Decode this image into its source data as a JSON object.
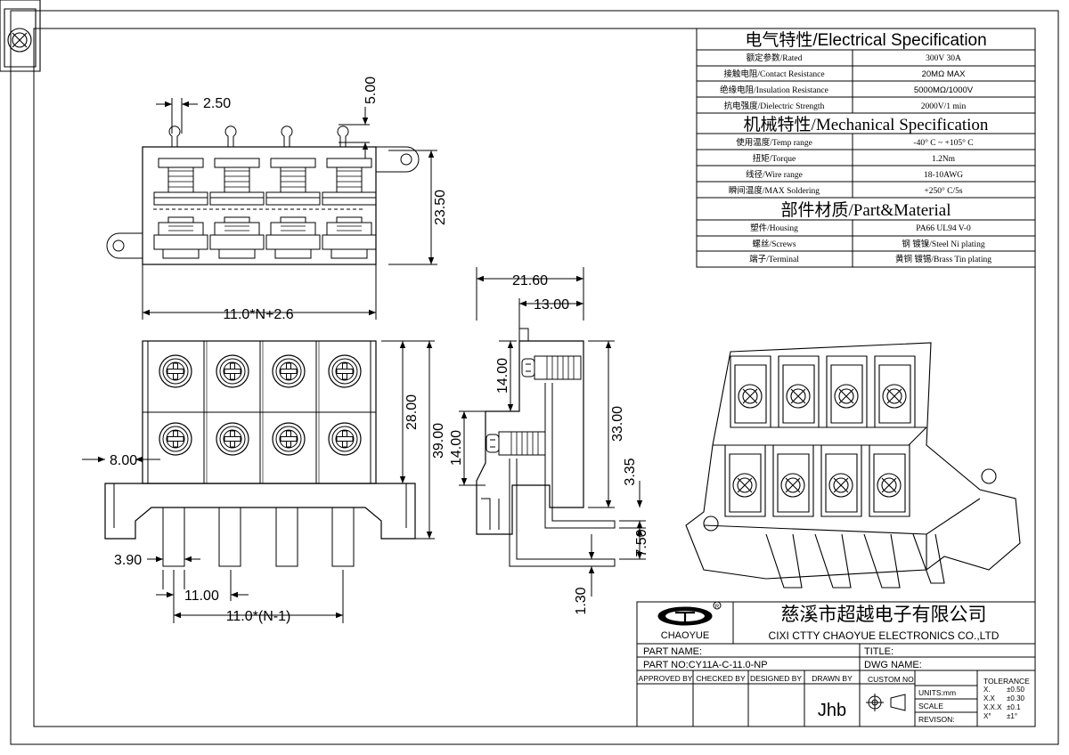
{
  "spec": {
    "electrical_title": "电气特性/Electrical Specification",
    "electrical": [
      {
        "label": "额定参数/Rated",
        "value": "300V  30A"
      },
      {
        "label": "接触电阻/Contact Resistance",
        "value": "20MΩ MAX"
      },
      {
        "label": "绝缘电阻/Insulation Resistance",
        "value": "5000MΩ/1000V"
      },
      {
        "label": "抗电强度/Dielectric Strength",
        "value": "2000V/1 min"
      }
    ],
    "mechanical_title": "机械特性/Mechanical Specification",
    "mechanical": [
      {
        "label": "使用温度/Temp range",
        "value": "-40° C ~ +105° C"
      },
      {
        "label": "扭矩/Torque",
        "value": "1.2Nm"
      },
      {
        "label": "线径/Wire range",
        "value": "18-10AWG"
      },
      {
        "label": "瞬间温度/MAX Soldering",
        "value": "+250° C/5s"
      }
    ],
    "material_title": "部件材质/Part&Material",
    "material": [
      {
        "label": "塑件/Housing",
        "value": "PA66 UL94 V-0"
      },
      {
        "label": "螺丝/Screws",
        "value": "钢 镀镍/Steel Ni plating"
      },
      {
        "label": "端子/Terminal",
        "value": "黄铜 镀锡/Brass Tin  plating"
      }
    ]
  },
  "dims": {
    "d250": "2.50",
    "d500": "5.00",
    "d2350": "23.50",
    "d11n": "11.0*N+2.6",
    "d800": "8.00",
    "d2800": "28.00",
    "d3900": "39.00",
    "d390": "3.90",
    "d1100": "11.00",
    "d11n1": "11.0*(N-1)",
    "d2160": "21.60",
    "d1300": "13.00",
    "d1400a": "14.00",
    "d1400b": "14.00",
    "d3300": "33.00",
    "d335": "3.35",
    "d750": "7.50",
    "d130": "1.30"
  },
  "titleblock": {
    "brand": "CHAOYUE",
    "company_cn": "慈溪市超越电子有限公司",
    "company_en": "CIXI CTTY CHAOYUE ELECTRONICS CO.,LTD",
    "part_name": "PART NAME:",
    "title": "TITLE:",
    "part_no": "PART NO:CY11A-C-11.0-NP",
    "dwg_name": "DWG NAME:",
    "approved": "APPROVED BY",
    "checked": "CHECKED BY",
    "designed": "DESIGNED BY",
    "drawn": "DRAWN BY",
    "drawn_value": "Jhb",
    "custom_no": "CUSTOM NO:",
    "units": "UNITS:mm",
    "scale": "SCALE",
    "revision": "REVISON:",
    "tolerance_title": "TOLERANCE",
    "tolerance": [
      {
        "k": "X.",
        "v": "±0.50"
      },
      {
        "k": "X.X",
        "v": "±0.30"
      },
      {
        "k": "X.X.X",
        "v": "±0.1"
      },
      {
        "k": "X°",
        "v": "±1°"
      }
    ]
  },
  "colors": {
    "line": "#000000",
    "paper": "#ffffff"
  }
}
